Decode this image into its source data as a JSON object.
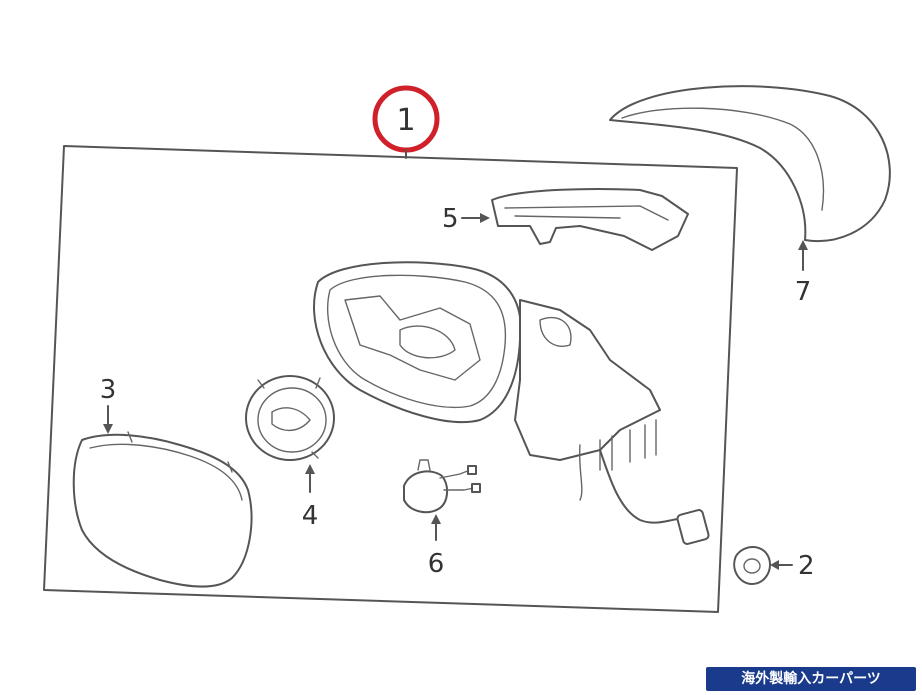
{
  "callouts": {
    "assembly": "1",
    "clip": "2",
    "mirror_glass": "3",
    "motor_backing": "4",
    "turn_signal": "5",
    "power_motor": "6",
    "cover_cap": "7"
  },
  "watermark": "海外製輸入カーパーツ",
  "colors": {
    "highlight_circle": "#d0202a",
    "line": "#555555",
    "watermark_bg": "#1a3a8c"
  }
}
